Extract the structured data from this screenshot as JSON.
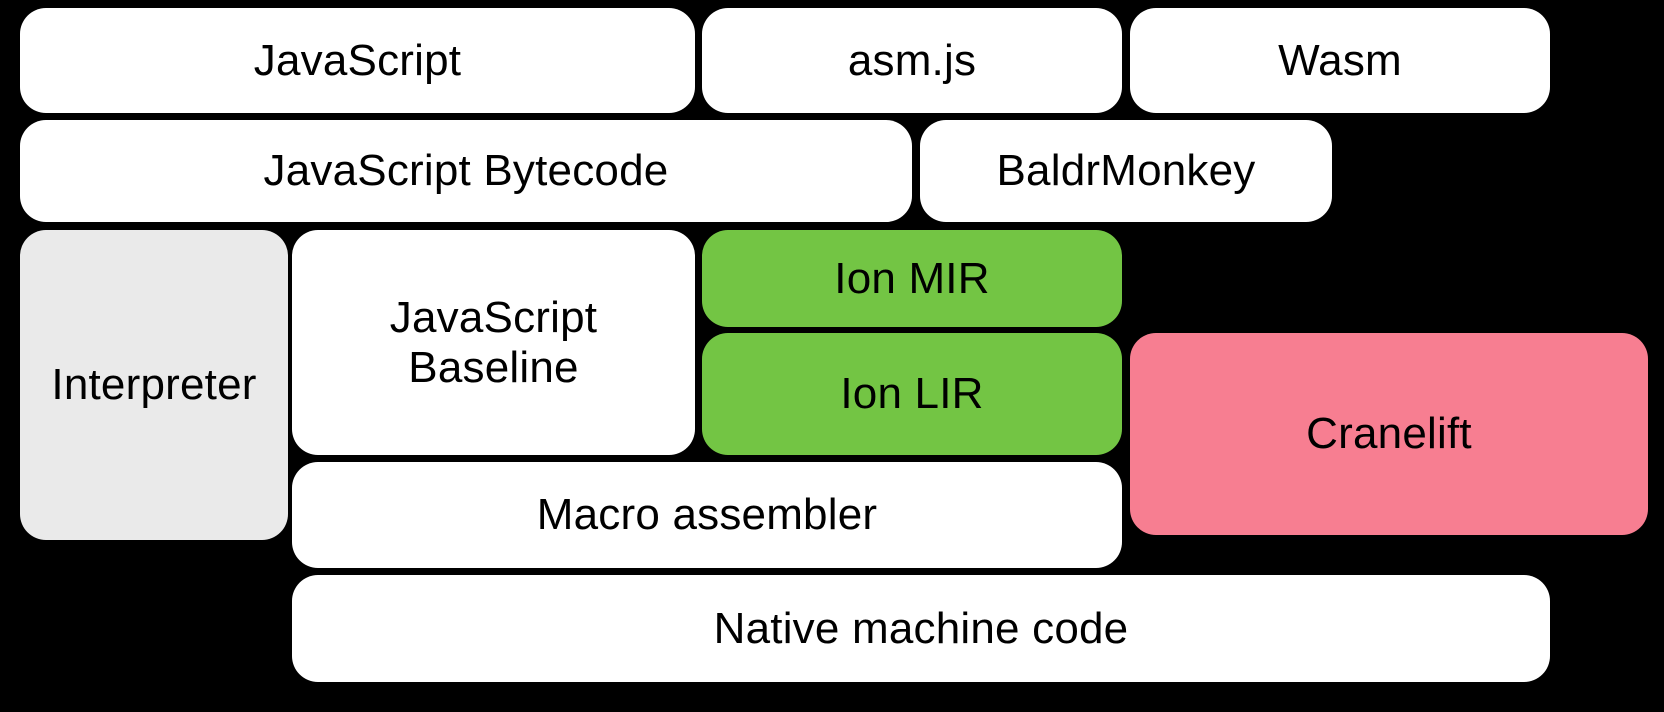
{
  "diagram": {
    "title": "SpiderMonkey compilation pipeline",
    "background_color": "#000000",
    "colors": {
      "white": "#ffffff",
      "gray": "#eaeaea",
      "green": "#73c544",
      "pink": "#f77e91",
      "text": "#000000"
    },
    "rows": [
      {
        "name": "source-languages",
        "nodes": [
          {
            "id": "javascript",
            "label": "JavaScript",
            "fill": "white"
          },
          {
            "id": "asmjs",
            "label": "asm.js",
            "fill": "white"
          },
          {
            "id": "wasm",
            "label": "Wasm",
            "fill": "white"
          }
        ]
      },
      {
        "name": "front-end-representations",
        "nodes": [
          {
            "id": "js_bytecode",
            "label": "JavaScript Bytecode",
            "fill": "white"
          },
          {
            "id": "baldrmonkey",
            "label": "BaldrMonkey",
            "fill": "white"
          }
        ]
      },
      {
        "name": "execution-tiers",
        "nodes": [
          {
            "id": "interpreter",
            "label": "Interpreter",
            "fill": "gray"
          },
          {
            "id": "js_baseline",
            "label": "JavaScript\nBaseline",
            "fill": "white"
          },
          {
            "id": "ion_mir",
            "label": "Ion MIR",
            "fill": "green"
          },
          {
            "id": "ion_lir",
            "label": "Ion LIR",
            "fill": "green"
          },
          {
            "id": "cranelift",
            "label": "Cranelift",
            "fill": "pink"
          }
        ]
      },
      {
        "name": "code-emission",
        "nodes": [
          {
            "id": "macro_assembler",
            "label": "Macro assembler",
            "fill": "white"
          }
        ]
      },
      {
        "name": "output",
        "nodes": [
          {
            "id": "native_code",
            "label": "Native machine code",
            "fill": "white"
          }
        ]
      }
    ]
  },
  "nodes": {
    "javascript": "JavaScript",
    "asmjs": "asm.js",
    "wasm": "Wasm",
    "js_bytecode": "JavaScript Bytecode",
    "baldrmonkey": "BaldrMonkey",
    "interpreter": "Interpreter",
    "js_baseline": "JavaScript\nBaseline",
    "ion_mir": "Ion MIR",
    "ion_lir": "Ion LIR",
    "cranelift": "Cranelift",
    "macro_assembler": "Macro assembler",
    "native_code": "Native machine code"
  }
}
